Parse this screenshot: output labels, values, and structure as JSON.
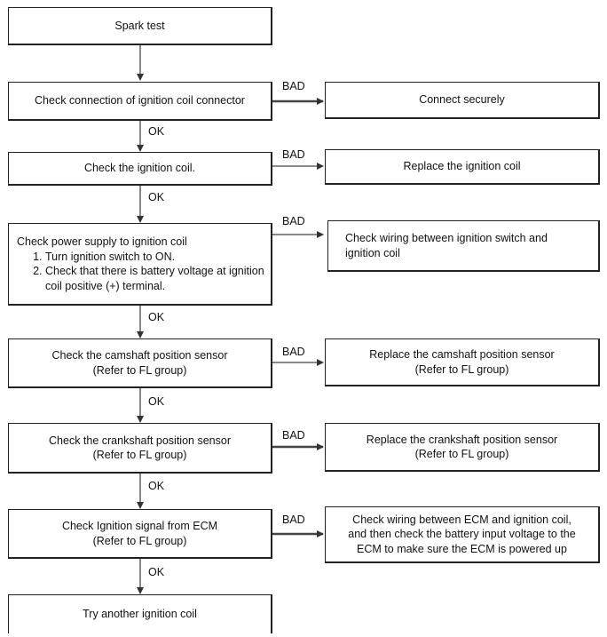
{
  "steps": [
    {
      "title": "Spark test"
    },
    {
      "title": "Check connection of ignition coil connector",
      "bad": "Connect securely"
    },
    {
      "title": "Check the ignition coil.",
      "bad": "Replace the ignition coil"
    },
    {
      "title": "Check power supply to ignition coil",
      "substeps": [
        "Turn ignition switch to ON.",
        "Check that there is battery voltage at ignition coil positive (+) terminal."
      ],
      "bad_lines": [
        "Check wiring between ignition switch and",
        "ignition coil"
      ]
    },
    {
      "title": "Check the camshaft position sensor",
      "ref": "(Refer to FL group)",
      "bad": "Replace the camshaft position sensor",
      "bad_ref": "(Refer to FL group)"
    },
    {
      "title": "Check the crankshaft position sensor",
      "ref": "(Refer to FL group)",
      "bad": "Replace the crankshaft position sensor",
      "bad_ref": "(Refer to FL group)"
    },
    {
      "title": "Check Ignition signal from ECM",
      "ref": "(Refer to FL group)",
      "bad_lines": [
        "Check wiring between ECM and ignition coil,",
        "and then check the battery input voltage to the",
        "ECM to make sure the ECM is powered up"
      ]
    },
    {
      "title": "Try another ignition coil"
    }
  ],
  "labels": {
    "ok": "OK",
    "bad": "BAD"
  }
}
